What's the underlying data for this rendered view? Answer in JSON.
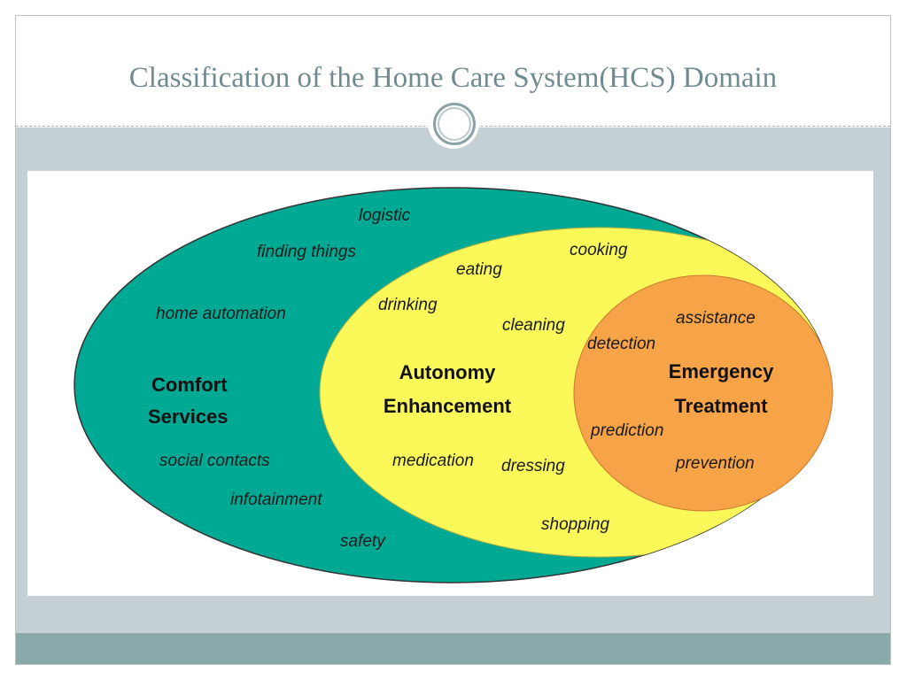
{
  "slide": {
    "title": "Classification of the Home Care System(HCS) Domain"
  },
  "colors": {
    "outer": "#00a994",
    "middle": "#fbf85a",
    "inner": "#f7a449",
    "title": "#6f8b91",
    "background": "#c5d0d4",
    "footer": "#8aa9aa"
  },
  "diagram": {
    "comfort": {
      "heading_line1": "Comfort",
      "heading_line2": "Services",
      "items": {
        "logistic": "logistic",
        "finding_things": "finding  things",
        "home_automation": "home  automation",
        "social_contacts": "social  contacts",
        "infotainment": "infotainment",
        "safety": "safety"
      }
    },
    "autonomy": {
      "heading_line1": "Autonomy",
      "heading_line2": "Enhancement",
      "items": {
        "eating": "eating",
        "cooking": "cooking",
        "drinking": "drinking",
        "cleaning": "cleaning",
        "medication": "medication",
        "dressing": "dressing",
        "shopping": "shopping"
      }
    },
    "emergency": {
      "heading_line1": "Emergency",
      "heading_line2": "Treatment",
      "items": {
        "assistance": "assistance",
        "detection": "detection",
        "prediction": "prediction",
        "prevention": "prevention"
      }
    }
  }
}
